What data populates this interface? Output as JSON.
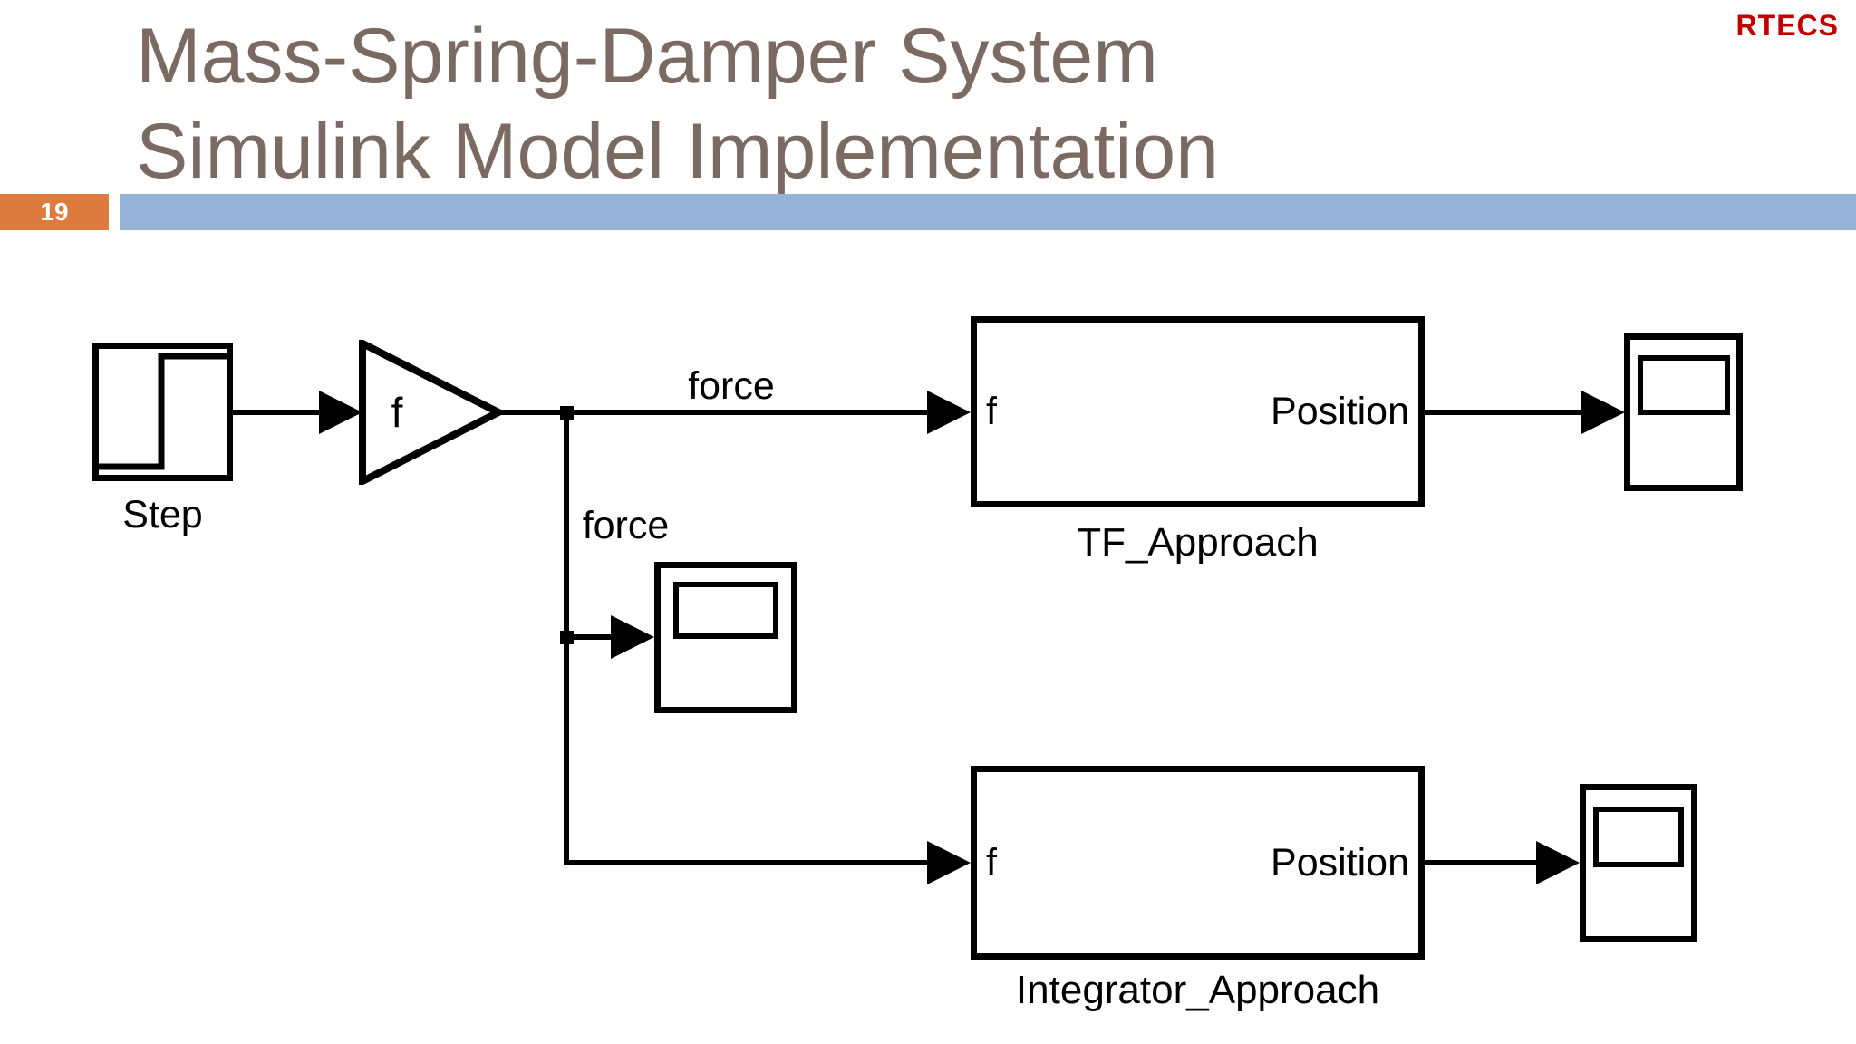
{
  "slide": {
    "course_badge": "RTECS",
    "page_number": "19",
    "title": {
      "line1": "Mass-Spring-Damper System",
      "line2": "Simulink Model Implementation"
    }
  },
  "diagram": {
    "step_block": {
      "label": "Step",
      "icon": "step-signal-icon"
    },
    "gain_block": {
      "label": "f",
      "icon": "gain-triangle-icon"
    },
    "wire_labels": {
      "force_top": "force",
      "force_branch": "force"
    },
    "tf_subsystem": {
      "input_port": "f",
      "output_port": "Position",
      "name": "TF_Approach"
    },
    "integrator_subsystem": {
      "input_port": "f",
      "output_port": "Position",
      "name": "Integrator_Approach"
    },
    "scopes": {
      "top": "scope-icon",
      "middle": "scope-icon",
      "bottom": "scope-icon"
    }
  },
  "colors": {
    "title_text": "#7a6a62",
    "accent_bar": "#95b3d7",
    "page_chip": "#dd7b3f",
    "badge_red": "#c00000",
    "diagram_ink": "#000000"
  }
}
